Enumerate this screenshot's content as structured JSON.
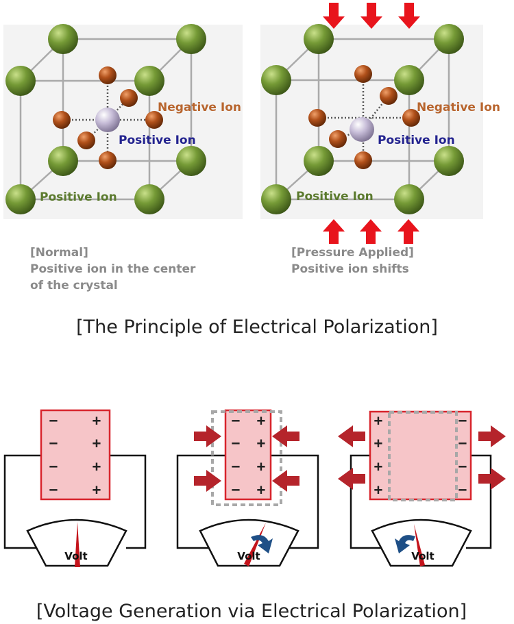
{
  "crystal_left": {
    "negative_label": "Negative Ion",
    "center_label": "Positive Ion",
    "corner_label": "Positive Ion",
    "caption_line1": "[Normal]",
    "caption_line2": "Positive ion in the center",
    "caption_line3": "of the crystal"
  },
  "crystal_right": {
    "negative_label": "Negative Ion",
    "center_label": "Positive Ion",
    "corner_label": "Positive Ion",
    "caption_line1": "[Pressure Applied]",
    "caption_line2": "Positive ion shifts"
  },
  "title_top": "[The Principle of Electrical Polarization]",
  "title_bottom": "[Voltage Generation via Electrical Polarization]",
  "circuits": {
    "meter_label": "Volt",
    "minus_sign": "−",
    "plus_sign": "+"
  },
  "colors": {
    "corner_ion": "#6f8f35",
    "negative_ion": "#b2531c",
    "center_ion": "#b9aecb",
    "negative_text": "#b8652e",
    "center_text": "#23238f",
    "corner_text": "#5b7a2e",
    "arrow_top": "#e8141c",
    "arrow_circuit": "#b5242b",
    "plate_fill": "#f6c5c8",
    "plate_border": "#d8242c"
  }
}
